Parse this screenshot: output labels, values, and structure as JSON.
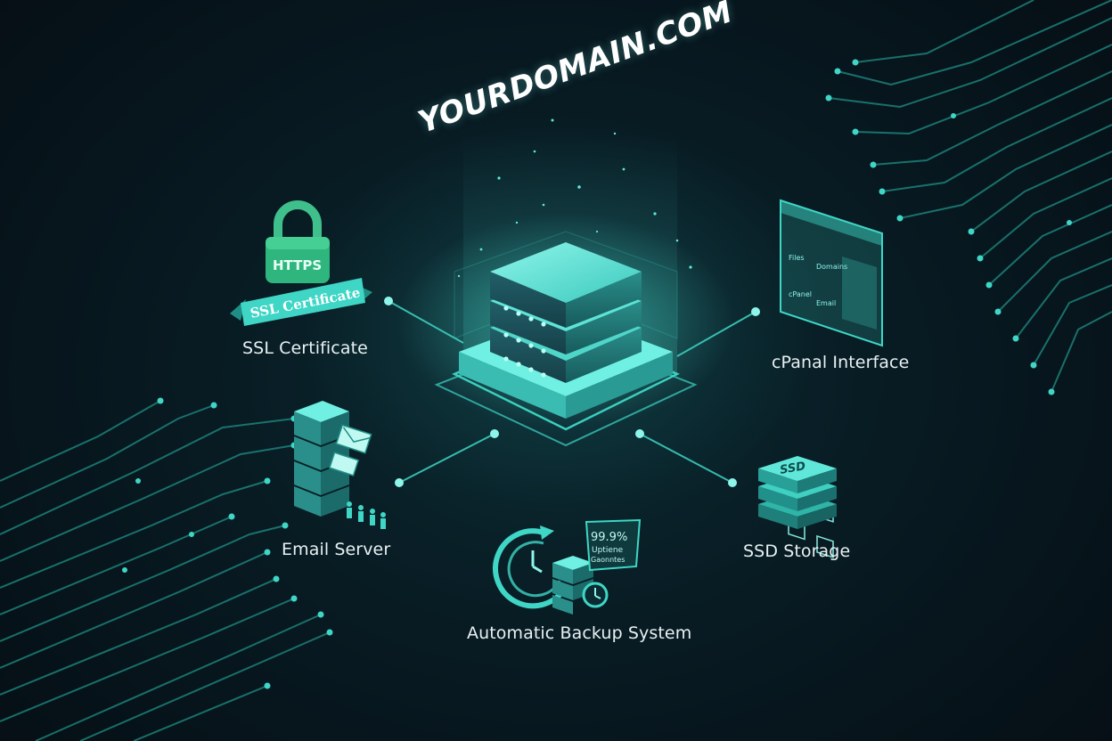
{
  "domain": "YOURDOMAIN.COM",
  "colors": {
    "accent": "#3fd6c6",
    "accent_dark": "#1f8f86",
    "text": "#e8f1f3",
    "background": "#06121a"
  },
  "nodes": {
    "ssl": {
      "label": "SSL Certificate",
      "lock_text": "HTTPS",
      "ribbon_text": "SSL Certificate",
      "icon": "padlock-icon"
    },
    "cpanel": {
      "label": "cPanal Interface",
      "icon": "control-panel-icon",
      "tile_captions": [
        "Files",
        "Domains",
        "cPanel",
        "Email"
      ]
    },
    "email": {
      "label": "Email Server",
      "icon": "email-server-icon"
    },
    "ssd": {
      "label": "SSD Storage",
      "disk_text": "SSD",
      "icon": "ssd-stack-icon"
    },
    "backup": {
      "label": "Automatic Backup System",
      "badge_line1": "99.9%",
      "badge_line2": "Uptiene",
      "badge_line3": "Gaonntes",
      "icon": "backup-clock-icon"
    }
  },
  "center": {
    "icon": "server-stack-icon"
  }
}
